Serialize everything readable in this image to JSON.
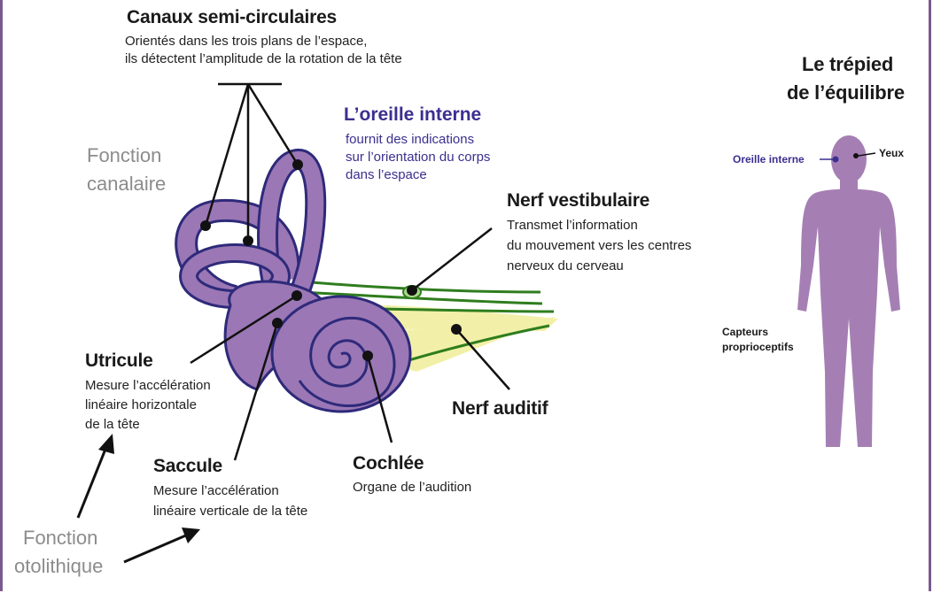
{
  "canaux": {
    "title": "Canaux semi-circulaires",
    "desc1": "Orientés dans les trois plans de l’espace,",
    "desc2": "ils détectent l’amplitude de la rotation de la tête"
  },
  "fonction_canalaire": {
    "line1": "Fonction",
    "line2": "canalaire"
  },
  "oreille_interne": {
    "title": "L’oreille interne",
    "desc1": "fournit des indications",
    "desc2": "sur l’orientation du corps",
    "desc3": "dans l’espace"
  },
  "nerf_vestibulaire": {
    "title": "Nerf vestibulaire",
    "desc1": "Transmet l’information",
    "desc2": "du mouvement vers les centres",
    "desc3": "nerveux du cerveau"
  },
  "utricule": {
    "title": "Utricule",
    "desc1": "Mesure l’accélération",
    "desc2": "linéaire horizontale",
    "desc3": "de la tête"
  },
  "saccule": {
    "title": "Saccule",
    "desc1": "Mesure l’accélération",
    "desc2": "linéaire verticale de la tête"
  },
  "cochlee": {
    "title": "Cochlée",
    "desc1": "Organe de l’audition"
  },
  "nerf_auditif": {
    "title": "Nerf auditif"
  },
  "fonction_otolithique": {
    "line1": "Fonction",
    "line2": "otolithique"
  },
  "trepied": {
    "title1": "Le trépied",
    "title2": "de l’équilibre",
    "oreille_interne": "Oreille interne",
    "yeux": "Yeux",
    "capteurs1": "Capteurs",
    "capteurs2": "proprioceptifs"
  },
  "colors": {
    "organ_fill": "#9b77b5",
    "organ_stroke": "#2e2a7a",
    "nerve_green": "#2f7d1e",
    "nerve_yellow": "#f2f0a8",
    "silhouette": "#a57fb4",
    "border": "#7a5a8e",
    "title_blue": "#3b2f8f"
  }
}
